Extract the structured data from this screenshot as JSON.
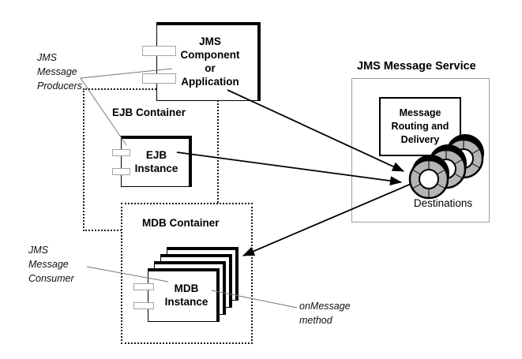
{
  "labels": {
    "producers": [
      "JMS",
      "Message",
      "Producers"
    ],
    "consumer": [
      "JMS",
      "Message",
      "Consumer"
    ],
    "onmessage": [
      "onMessage",
      "method"
    ],
    "destinations": "Destinations"
  },
  "boxes": {
    "jms_component": [
      "JMS",
      "Component",
      "or",
      "Application"
    ],
    "ejb_container": "EJB Container",
    "ejb_instance": [
      "EJB",
      "Instance"
    ],
    "mdb_container": "MDB Container",
    "mdb_instance": [
      "MDB",
      "Instance"
    ],
    "jms_service": "JMS Message Service",
    "routing": [
      "Message",
      "Routing and",
      "Delivery"
    ]
  },
  "colors": {
    "disk_fill": "#b5b5b5",
    "disk_hole": "#ffffff",
    "disk_edge": "#000000",
    "port_border": "#a3a3a3",
    "service_border": "#9e9e9e",
    "arrow": "#000000",
    "leader": "#777777"
  }
}
